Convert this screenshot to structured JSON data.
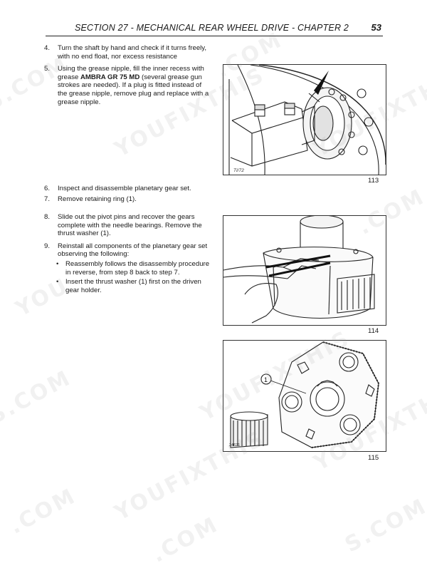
{
  "header": {
    "title": "SECTION 27 - MECHANICAL REAR WHEEL DRIVE - CHAPTER 2",
    "page_number": "53"
  },
  "steps": [
    {
      "num": "4.",
      "text": "Turn the shaft by hand and check if it turns freely, with no end float, nor excess resistance"
    },
    {
      "num": "5.",
      "pre": "Using the grease nipple, fill the inner recess with grease ",
      "bold": "AMBRA GR 75 MD",
      "post": " (several grease gun strokes are needed). If a plug is fitted instead of the grease nipple, remove plug and replace with a grease nipple."
    },
    {
      "num": "6.",
      "text": "Inspect and disassemble planetary gear set."
    },
    {
      "num": "7.",
      "text": "Remove retaining ring (1)."
    },
    {
      "num": "8.",
      "text": "Slide out the pivot pins and recover the gears complete with the needle bearings. Remove the thrust washer (1)."
    },
    {
      "num": "9.",
      "text": "Reinstall all components of the planetary gear set observing the following:"
    }
  ],
  "bullets": [
    {
      "mark": "•",
      "text": "Reassembly follows the disassembly procedure in reverse, from step 8 back to step 7."
    },
    {
      "mark": "•",
      "text": "Insert the thrust washer (1) first on the driven gear holder."
    }
  ],
  "figures": [
    {
      "number": "113",
      "code": "TI/72"
    },
    {
      "number": "114"
    },
    {
      "number": "115",
      "code": "24621",
      "callout": "1"
    }
  ],
  "watermarks": [
    "S.COM",
    "YOUFIXTHIS",
    "YOUFIXTHIS",
    ".COM",
    "YOU",
    "YOUFIXTHIS",
    "S.COM",
    "YOUFIXTHIS",
    "YOUFIXTHIS",
    ".COM",
    ".COM",
    "S.COM",
    ".COM"
  ]
}
